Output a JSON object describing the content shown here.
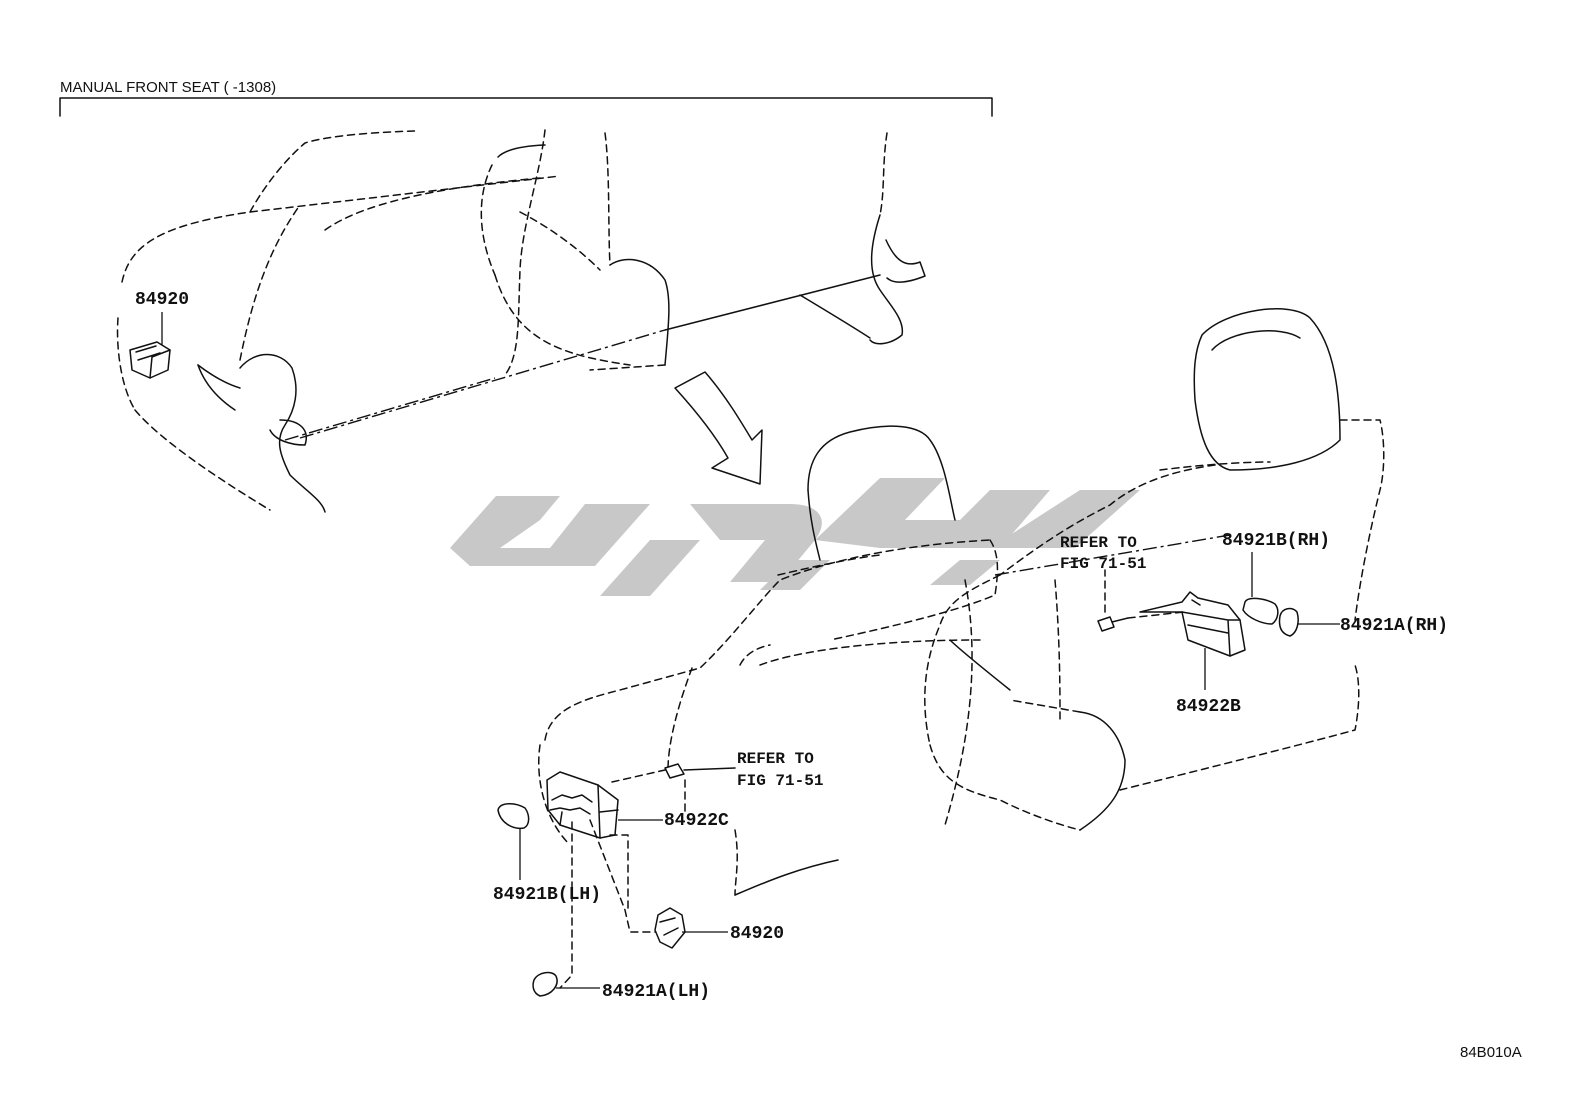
{
  "header": {
    "title": "MANUAL FRONT SEAT (    -1308)"
  },
  "figure_code": "84B010A",
  "callouts": {
    "upper_switch": "84920",
    "lower_switch": "84920",
    "cover_84921B_LH": "84921B(LH)",
    "knob_84921A_LH": "84921A(LH)",
    "bracket_84922C": "84922C",
    "cover_84921B_RH": "84921B(RH)",
    "knob_84921A_RH": "84921A(RH)",
    "bracket_84922B": "84922B"
  },
  "references": {
    "left_ref_line1": "REFER TO",
    "left_ref_line2": "FIG 71-51",
    "right_ref_line1": "REFER TO",
    "right_ref_line2": "FIG 71-51"
  },
  "colors": {
    "line": "#111111",
    "watermark": "#c8c8c8",
    "background": "#ffffff"
  }
}
